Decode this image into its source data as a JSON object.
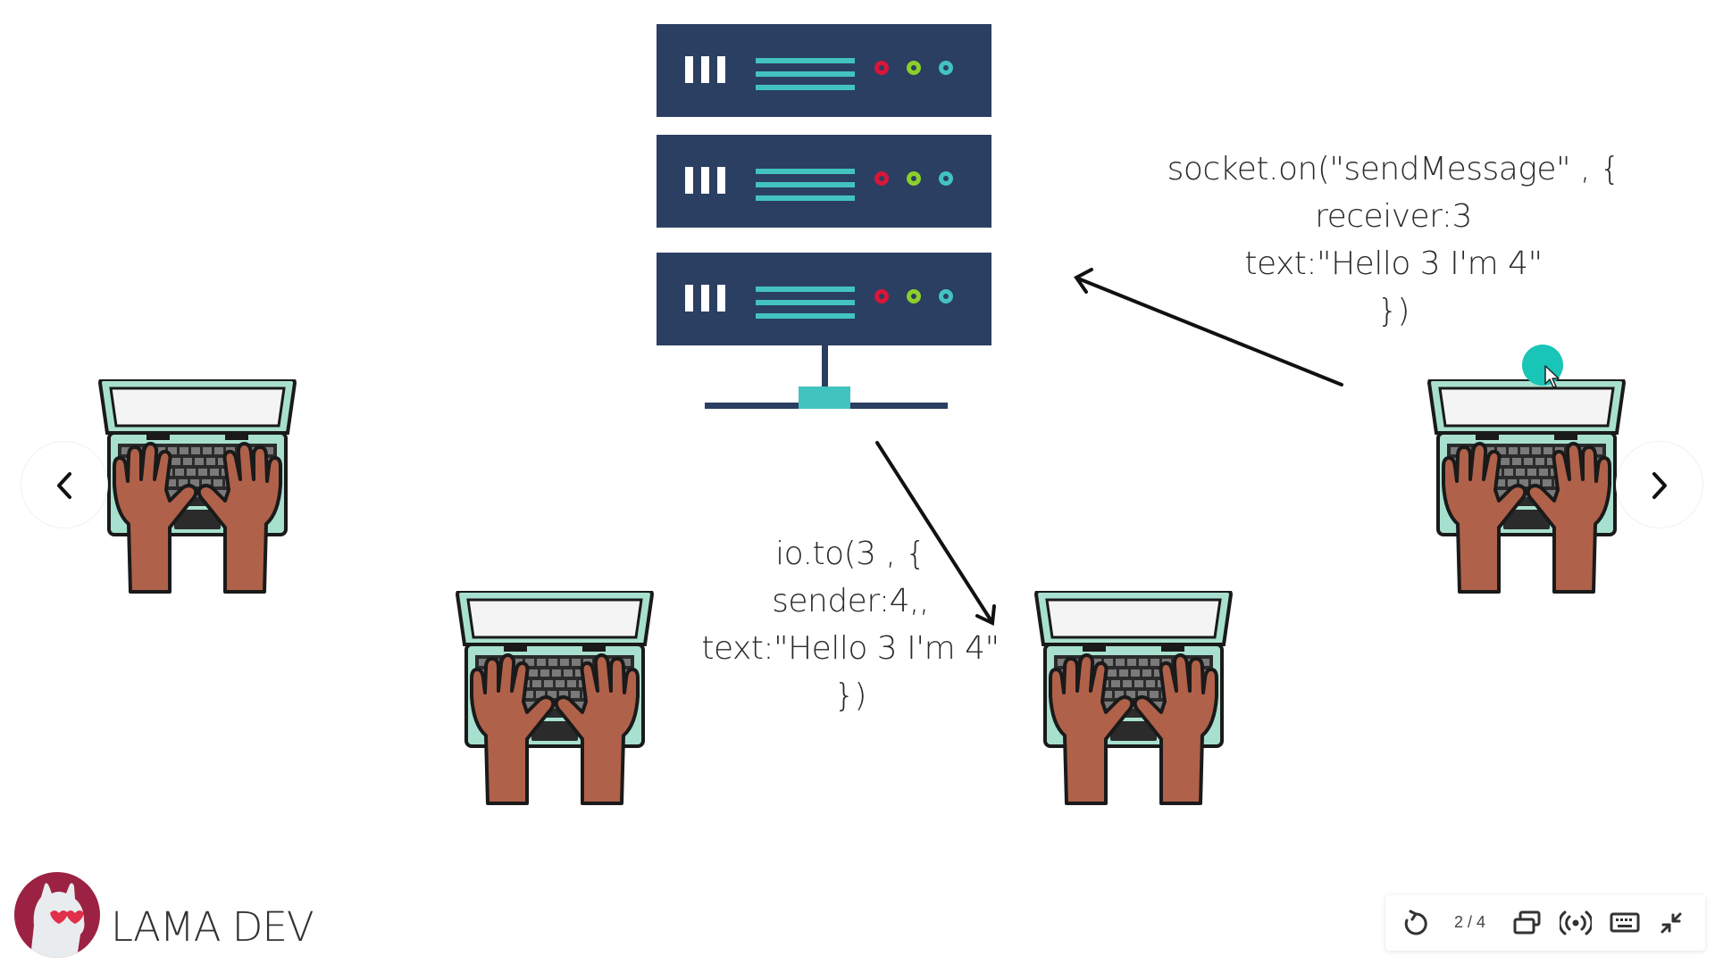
{
  "slide": {
    "code_right": "socket.on(\"sendMessage\" , {\nreceiver:3\ntext:\"Hello 3 I'm 4\"\n})",
    "code_bottom": "io.to(3 , {\nsender:4,,\ntext:\"Hello 3 I'm 4\"\n})"
  },
  "colors": {
    "server": "#2a3f62",
    "accent": "#43c3c0",
    "light_red": "#d9163a",
    "light_green": "#8ccf2a",
    "light_teal": "#43c3c0",
    "cursor_highlight": "#19c5b6",
    "laptop_body": "#a8e0cf",
    "hand": "#b0614a"
  },
  "icons": {
    "prev": "chevron-left-icon",
    "next": "chevron-right-icon",
    "replay": "replay-icon",
    "windows": "windows-icon",
    "broadcast": "broadcast-icon",
    "keyboard": "keyboard-icon",
    "exit_fullscreen": "exit-fullscreen-icon"
  },
  "controls": {
    "page_indicator": "2 / 4"
  },
  "brand": {
    "name": "LAMA DEV"
  }
}
